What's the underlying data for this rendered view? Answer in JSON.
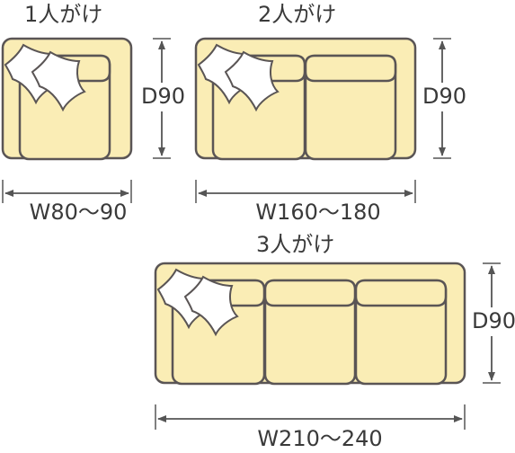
{
  "sofas": [
    {
      "title": "1人がけ",
      "depth": "D90",
      "width": "W80〜90"
    },
    {
      "title": "2人がけ",
      "depth": "D90",
      "width": "W160〜180"
    },
    {
      "title": "3人がけ",
      "depth": "D90",
      "width": "W210〜240"
    }
  ],
  "colors": {
    "fill": "#faedb5",
    "outline": "#5a5555",
    "pillow": "#ffffff",
    "dimension": "#555555"
  }
}
